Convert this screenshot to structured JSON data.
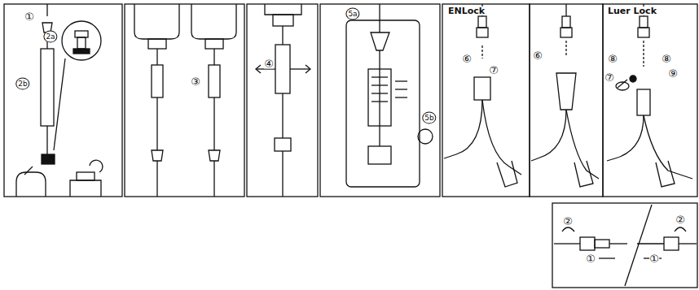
{
  "diagram": {
    "labels": [
      "①",
      "2a",
      "2b",
      "③",
      "④",
      "5a",
      "5b",
      "ENLock",
      "⑥",
      "⑦",
      "⑥",
      "Luer Lock",
      "⑧",
      "⑧",
      "⑦",
      "⑨",
      "②",
      "②",
      "①",
      "①"
    ]
  }
}
